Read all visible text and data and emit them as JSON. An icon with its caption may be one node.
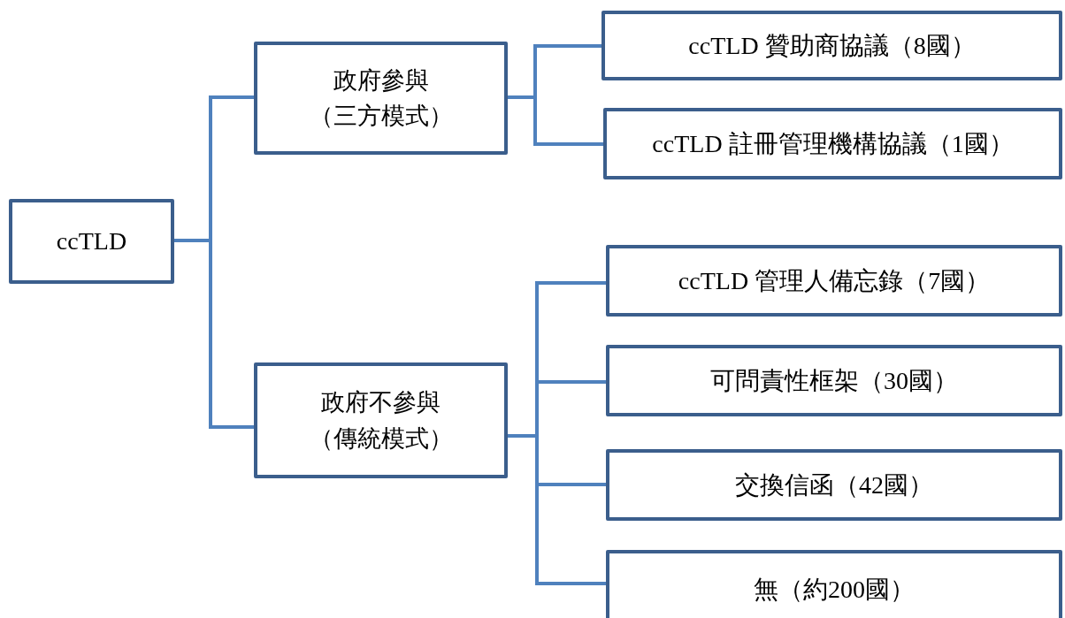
{
  "diagram": {
    "nodes": [
      {
        "text": [
          "ccTLD"
        ]
      },
      {
        "text": [
          "政府參與",
          "（三方模式）"
        ]
      },
      {
        "text": [
          "政府不參與",
          "（傳統模式）"
        ]
      },
      {
        "text": [
          "ccTLD 贊助商協議（8國）"
        ]
      },
      {
        "text": [
          "ccTLD 註冊管理機構協議（1國）"
        ]
      },
      {
        "text": [
          "ccTLD 管理人備忘錄（7國）"
        ]
      },
      {
        "text": [
          "可問責性框架（30國）"
        ]
      },
      {
        "text": [
          "交換信函（42國）"
        ]
      },
      {
        "text": [
          "無（約200國）"
        ]
      }
    ],
    "edges": [
      {
        "from": 0,
        "to": 1,
        "arrow": "none"
      },
      {
        "from": 0,
        "to": 2,
        "arrow": "none"
      },
      {
        "from": 1,
        "to": 3,
        "arrow": "none"
      },
      {
        "from": 1,
        "to": 4,
        "arrow": "none"
      },
      {
        "from": 2,
        "to": 5,
        "arrow": "none"
      },
      {
        "from": 2,
        "to": 6,
        "arrow": "none"
      },
      {
        "from": 2,
        "to": 7,
        "arrow": "none"
      },
      {
        "from": 2,
        "to": 8,
        "arrow": "none"
      }
    ]
  }
}
